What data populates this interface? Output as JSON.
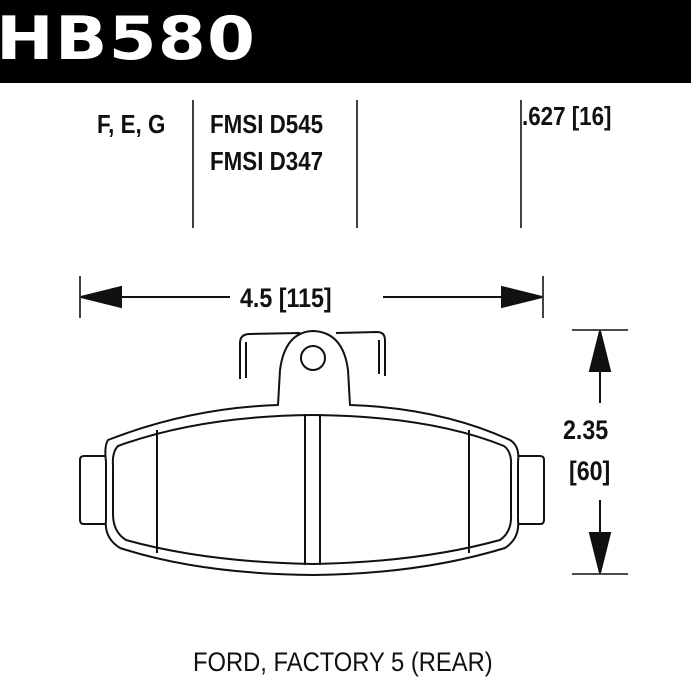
{
  "header": {
    "part_number": "HB580",
    "background": "#000000",
    "text_color": "#ffffff"
  },
  "specs": {
    "compounds": "F, E, G",
    "fmsi_primary": "FMSI D545",
    "fmsi_secondary": "FMSI D347",
    "thickness": ".627 [16]"
  },
  "dimensions": {
    "width": "4.5 [115]",
    "height_in": "2.35",
    "height_mm": "[60]"
  },
  "caption": "FORD, FACTORY 5 (REAR)"
}
